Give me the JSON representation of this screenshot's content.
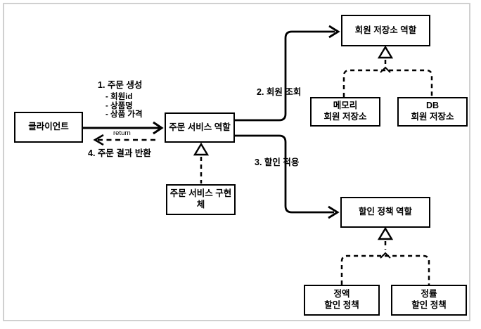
{
  "colors": {
    "line": "#000000",
    "box_border": "#000000",
    "frame_border": "#d0d0d0",
    "background": "#ffffff"
  },
  "nodes": {
    "client": {
      "label": "클라이언트"
    },
    "order_service_role": {
      "label": "주문 서비스 역할"
    },
    "order_service_impl": {
      "label": "주문 서비스 구현체"
    },
    "member_repo_role": {
      "label": "회원 저장소 역할"
    },
    "memory_member_repo": {
      "label": "메모리\n회원 저장소"
    },
    "db_member_repo": {
      "label": "DB\n회원 저장소"
    },
    "discount_policy_role": {
      "label": "할인 정책 역할"
    },
    "fixed_discount_policy": {
      "label": "정액\n할인 정책"
    },
    "rate_discount_policy": {
      "label": "정률\n할인 정책"
    }
  },
  "labels": {
    "step1": "1. 주문 생성",
    "step1_params": [
      "- 회원id",
      "- 상품명",
      "- 상품 가격"
    ],
    "return_note": "return",
    "step4": "4. 주문 결과 반환",
    "step2": "2. 회원 조회",
    "step3": "3. 할인 적용"
  }
}
